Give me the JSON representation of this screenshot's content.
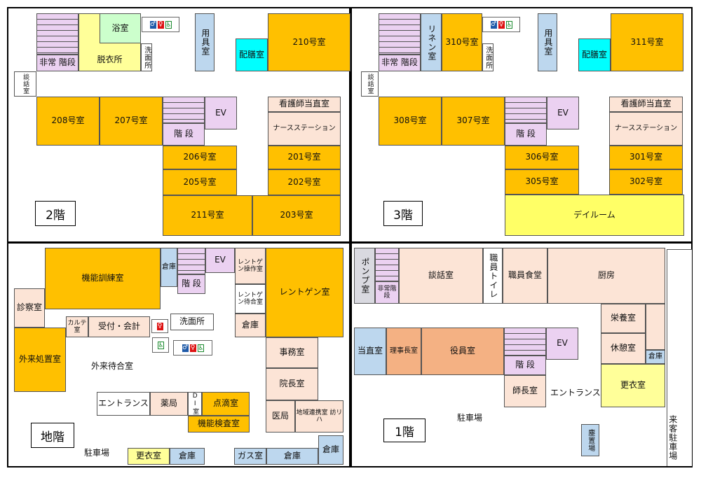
{
  "floors": {
    "f2": {
      "label": "2階",
      "rooms": {
        "bathroom": "浴室",
        "dressing": "脱衣所",
        "emergency_stairs": "非常 階段",
        "washroom": "洗面所",
        "storage": "用具室",
        "pantry": "配膳室",
        "r210": "210号室",
        "consult": "談話室",
        "r208": "208号室",
        "r207": "207号室",
        "ev": "EV",
        "stairs": "階 段",
        "nurse_duty": "看護師当直室",
        "nurse_station": "ナースステーション",
        "r206": "206号室",
        "r201": "201号室",
        "r205": "205号室",
        "r202": "202号室",
        "r211": "211号室",
        "r203": "203号室"
      }
    },
    "f3": {
      "label": "3階",
      "rooms": {
        "emergency_stairs": "非常 階段",
        "linen": "リネン室",
        "r310": "310号室",
        "washroom": "洗面所",
        "storage": "用具室",
        "pantry": "配膳室",
        "r311": "311号室",
        "consult": "談話室",
        "r308": "308号室",
        "r307": "307号室",
        "ev": "EV",
        "stairs": "階 段",
        "nurse_duty": "看護師当直室",
        "nurse_station": "ナースステーション",
        "r306": "306号室",
        "r301": "301号室",
        "r305": "305号室",
        "r302": "302号室",
        "dayroom": "デイルーム"
      }
    },
    "fb": {
      "label": "地階",
      "rooms": {
        "rehab": "機能訓練室",
        "storage1": "倉庫",
        "ev": "EV",
        "xray_op": "レントゲン操作室",
        "xray": "レントゲン室",
        "stairs": "階 段",
        "xray_wait": "レントゲン待合室",
        "exam": "診察室",
        "karte": "カルテ室",
        "reception": "受付・会計",
        "washroom": "洗面所",
        "storage2": "倉庫",
        "outpatient_treat": "外来処置室",
        "waiting": "外来待合室",
        "office": "事務室",
        "director": "院長室",
        "entrance": "エントランス",
        "pharmacy": "薬局",
        "di": "DI室",
        "drip": "点滴室",
        "function_test": "機能検査室",
        "medical": "医局",
        "regional": "地域連携室 訪リハ",
        "parking": "駐車場",
        "changing": "更衣室",
        "storage3": "倉庫",
        "gas": "ガス室",
        "storage4": "倉庫",
        "storage5": "倉庫"
      }
    },
    "f1": {
      "label": "1階",
      "rooms": {
        "pump": "ポンプ室",
        "emergency_stairs": "非常階段",
        "consult": "談話室",
        "staff_toilet": "職員トイレ",
        "staff_dining": "職員食堂",
        "kitchen": "厨房",
        "nutrition": "栄養室",
        "duty": "当直室",
        "chairman": "理事長室",
        "executive": "役員室",
        "ev": "EV",
        "rest": "休憩室",
        "storage": "倉庫",
        "stairs": "階 段",
        "head_nurse": "師長室",
        "entrance": "エントランス",
        "changing": "更衣室",
        "parking": "駐車場",
        "waste": "塵置場",
        "visitor_parking": "来客駐車場"
      }
    }
  },
  "icons": [
    "restroom-male-icon",
    "restroom-female-icon",
    "wheelchair-icon"
  ],
  "colors": {
    "ward_room": "#ffc000",
    "service": "#fce4d6",
    "stairs_ev": "#ebd1f1",
    "pantry": "#00ffff",
    "utility": "#b8cce4",
    "bath": "#ccffcc",
    "dressing": "#ffffcc",
    "dayroom": "#ffff66",
    "executive": "#f4b183"
  }
}
